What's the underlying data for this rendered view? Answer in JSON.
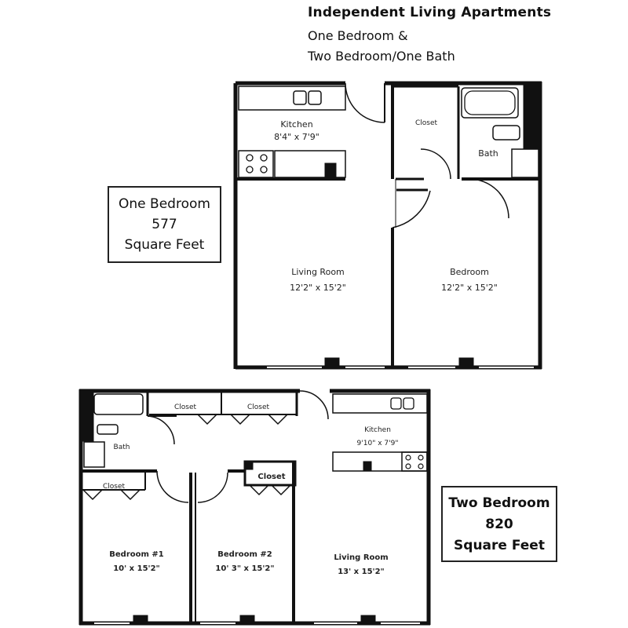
{
  "header": {
    "title": "Independent Living Apartments",
    "line1": "One Bedroom &",
    "line2": "Two Bedroom/One Bath"
  },
  "plan1": {
    "box": {
      "line1": "One Bedroom",
      "line2": "577",
      "line3": "Square Feet"
    },
    "kitchen": {
      "name": "Kitchen",
      "dims": "8'4\" x 7'9\""
    },
    "closet": "Closet",
    "bath": "Bath",
    "living": {
      "name": "Living Room",
      "dims": "12'2\" x 15'2\""
    },
    "bedroom": {
      "name": "Bedroom",
      "dims": "12'2\" x 15'2\""
    }
  },
  "plan2": {
    "box": {
      "line1": "Two Bedroom",
      "line2": "820",
      "line3": "Square Feet"
    },
    "closet_a": "Closet",
    "closet_b": "Closet",
    "closet_c": "Closet",
    "closet_d": "Closet",
    "bath": "Bath",
    "kitchen": {
      "name": "Kitchen",
      "dims": "9'10\" x 7'9\""
    },
    "bedroom1": {
      "name": "Bedroom #1",
      "dims": "10' x 15'2\""
    },
    "bedroom2": {
      "name": "Bedroom #2",
      "dims": "10' 3\" x 15'2\""
    },
    "living": {
      "name": "Living Room",
      "dims": "13' x 15'2\""
    }
  }
}
